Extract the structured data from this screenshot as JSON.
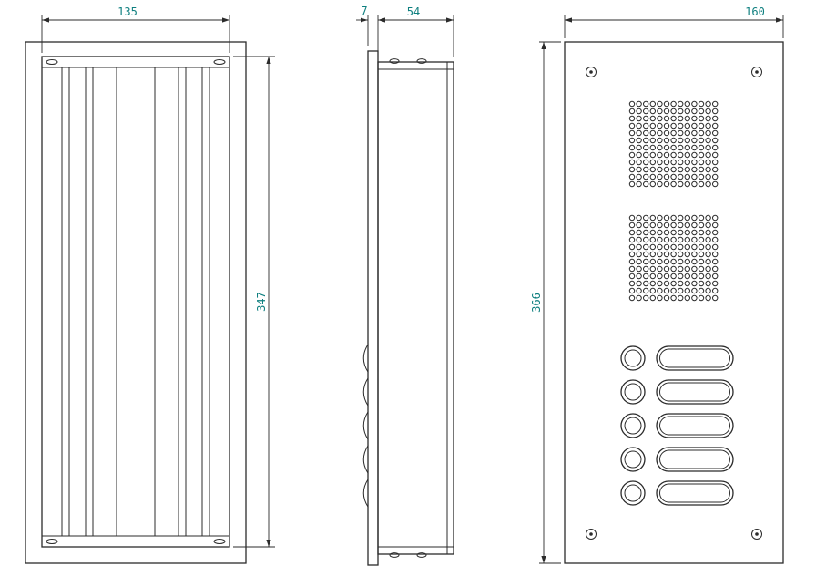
{
  "drawing": {
    "type": "technical-orthographic-drawing",
    "subject": "door intercom panel with back box, three views",
    "colors": {
      "line": "#2b2b2b",
      "dimension_text": "#0e7f7f",
      "background": "#ffffff"
    },
    "views": {
      "back_box_front": {
        "width_label": "135",
        "height_label": "347"
      },
      "side": {
        "flange_depth_label": "7",
        "box_depth_label": "54",
        "button_bump_count": 5
      },
      "front_panel": {
        "width_label": "160",
        "height_label": "366",
        "corner_screw_count": 4,
        "speaker_grilles": {
          "count": 2,
          "rows": 12,
          "cols": 13
        },
        "call_buttons": {
          "count": 5
        }
      }
    }
  }
}
